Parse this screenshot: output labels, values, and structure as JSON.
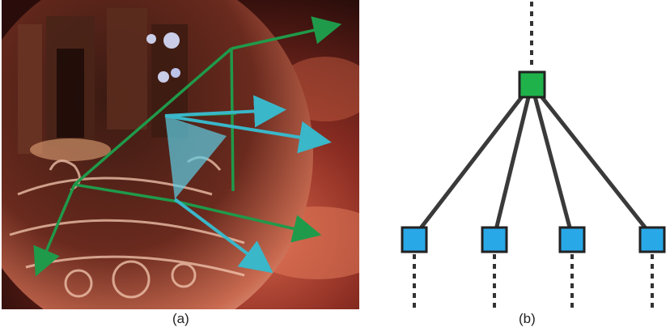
{
  "captions": {
    "a": "(a)",
    "b": "(b)"
  },
  "colors": {
    "green_arrow": "#1f9a4a",
    "cyan_arrow": "#3ab7c9",
    "cyan_fill": "#5ecfe6",
    "tree_line": "#3a3a3a",
    "root_node": "#1fb24a",
    "child_node": "#29a8e8",
    "node_border": "#222222",
    "dots": "#333333"
  },
  "tree": {
    "root": {
      "color_key": "root_node"
    },
    "children": [
      {
        "color_key": "child_node"
      },
      {
        "color_key": "child_node"
      },
      {
        "color_key": "child_node"
      },
      {
        "color_key": "child_node"
      }
    ]
  }
}
